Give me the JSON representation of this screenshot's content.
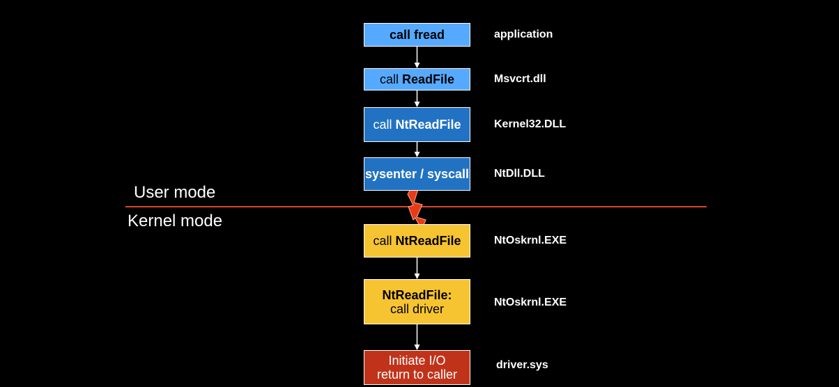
{
  "colors": {
    "user_light": "#55aaff",
    "user_dark": "#2272c3",
    "kernel_yellow": "#f7c431",
    "driver_red": "#c0331a",
    "divider": "#d8452c",
    "lightning": "#e83a17"
  },
  "modes": {
    "user": "User mode",
    "kernel": "Kernel mode"
  },
  "steps": [
    {
      "pre": "",
      "bold": "call fread",
      "line2": "",
      "module": "application",
      "color": "user_light",
      "text_color": "#000000"
    },
    {
      "pre": "call ",
      "bold": "ReadFile",
      "line2": "",
      "module": "Msvcrt.dll",
      "color": "user_light",
      "text_color": "#000000"
    },
    {
      "pre": "call ",
      "bold": "NtReadFile",
      "line2": "",
      "module": "Kernel32.DLL",
      "color": "user_dark",
      "text_color": "#ffffff"
    },
    {
      "pre": "",
      "bold": "sysenter / syscall",
      "line2": "",
      "module": "NtDll.DLL",
      "color": "user_dark",
      "text_color": "#ffffff"
    },
    {
      "pre": "call ",
      "bold": "NtReadFile",
      "line2": "",
      "module": "NtOskrnl.EXE",
      "color": "kernel_yellow",
      "text_color": "#000000"
    },
    {
      "pre": "",
      "bold": "NtReadFile:",
      "line2": "call driver",
      "module": "NtOskrnl.EXE",
      "color": "kernel_yellow",
      "text_color": "#000000"
    },
    {
      "pre": "Initiate I/O",
      "bold": "",
      "line2": "return to caller",
      "module": "driver.sys",
      "color": "driver_red",
      "text_color": "#ffffff"
    }
  ]
}
